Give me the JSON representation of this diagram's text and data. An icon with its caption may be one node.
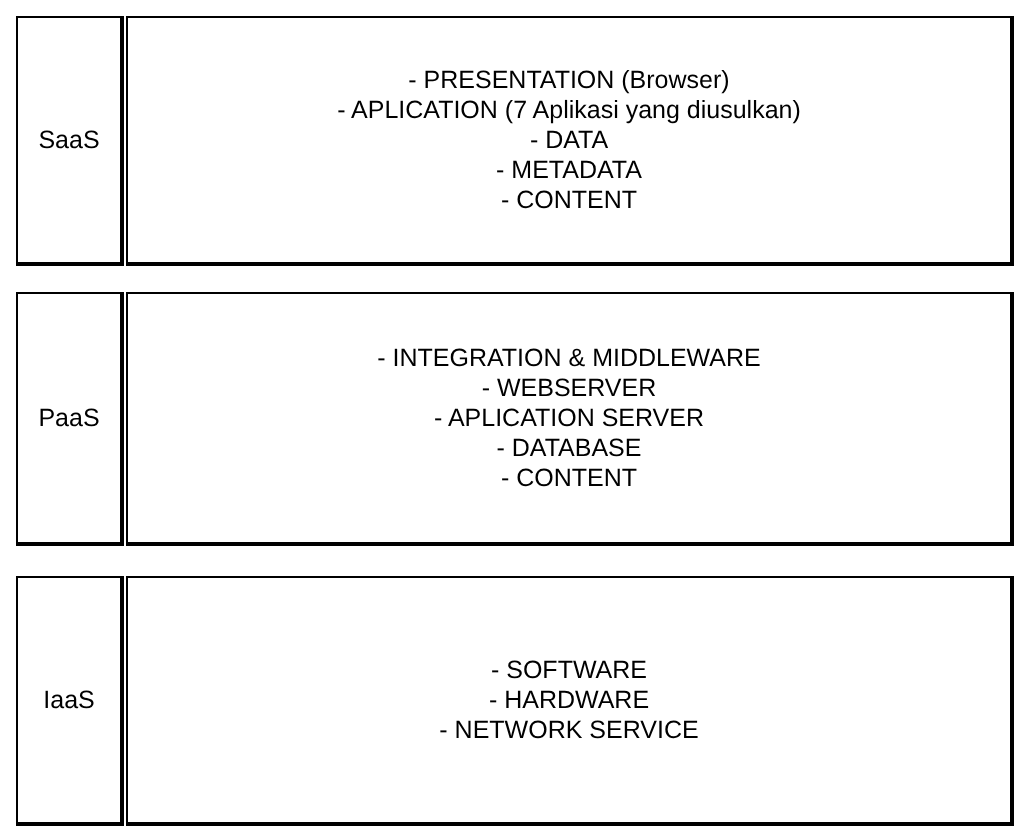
{
  "diagram": {
    "nodes": [
      {
        "text": [
          "SaaS"
        ]
      },
      {
        "text": [
          "- PRESENTATION (Browser)",
          "- APLICATION (7 Aplikasi yang diusulkan)",
          "- DATA",
          "- METADATA",
          "- CONTENT"
        ]
      },
      {
        "text": [
          "PaaS"
        ]
      },
      {
        "text": [
          "- INTEGRATION & MIDDLEWARE",
          "- WEBSERVER",
          "- APLICATION SERVER",
          "- DATABASE",
          "- CONTENT"
        ]
      },
      {
        "text": [
          "IaaS"
        ]
      },
      {
        "text": [
          "- SOFTWARE",
          "- HARDWARE",
          "- NETWORK SERVICE"
        ]
      }
    ],
    "edges": []
  }
}
